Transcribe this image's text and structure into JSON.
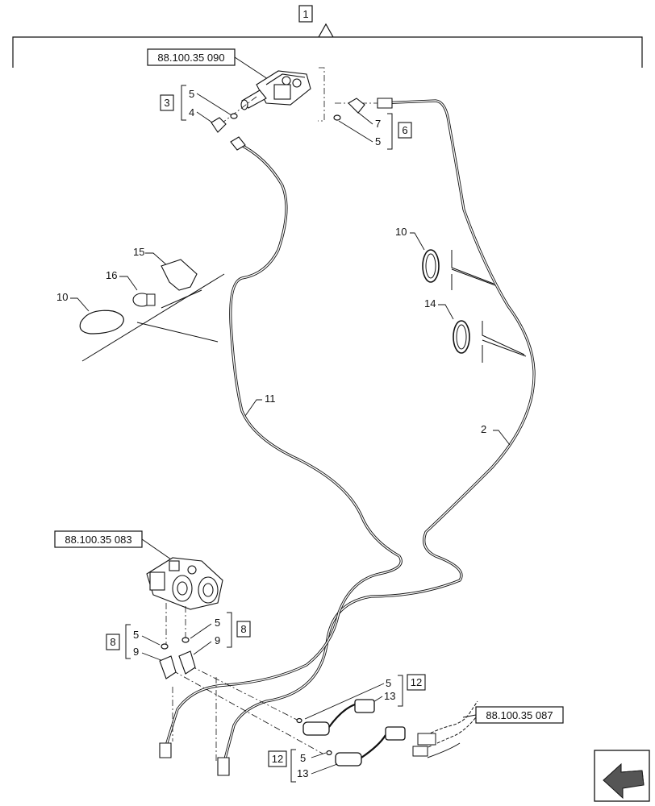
{
  "top_bracket": {
    "item": "1"
  },
  "references": {
    "ref_top": "88.100.35 090",
    "ref_mid": "88.100.35 083",
    "ref_right": "88.100.35 087"
  },
  "groups": {
    "g3": {
      "box": "3",
      "items": [
        "5",
        "4"
      ]
    },
    "g6": {
      "box": "6",
      "items": [
        "7",
        "5"
      ]
    },
    "g8_left": {
      "box": "8",
      "items": [
        "5",
        "9"
      ]
    },
    "g8_right": {
      "box": "8",
      "items": [
        "5",
        "9"
      ]
    },
    "g12_upper": {
      "box": "12",
      "items": [
        "5",
        "13"
      ]
    },
    "g12_lower": {
      "box": "12",
      "items": [
        "5",
        "13"
      ]
    }
  },
  "callouts": {
    "c15": "15",
    "c16": "16",
    "c10_left": "10",
    "c10_right": "10",
    "c14": "14",
    "c11": "11",
    "c2": "2"
  },
  "icons": {
    "nav": "previous-page-arrow-icon"
  }
}
